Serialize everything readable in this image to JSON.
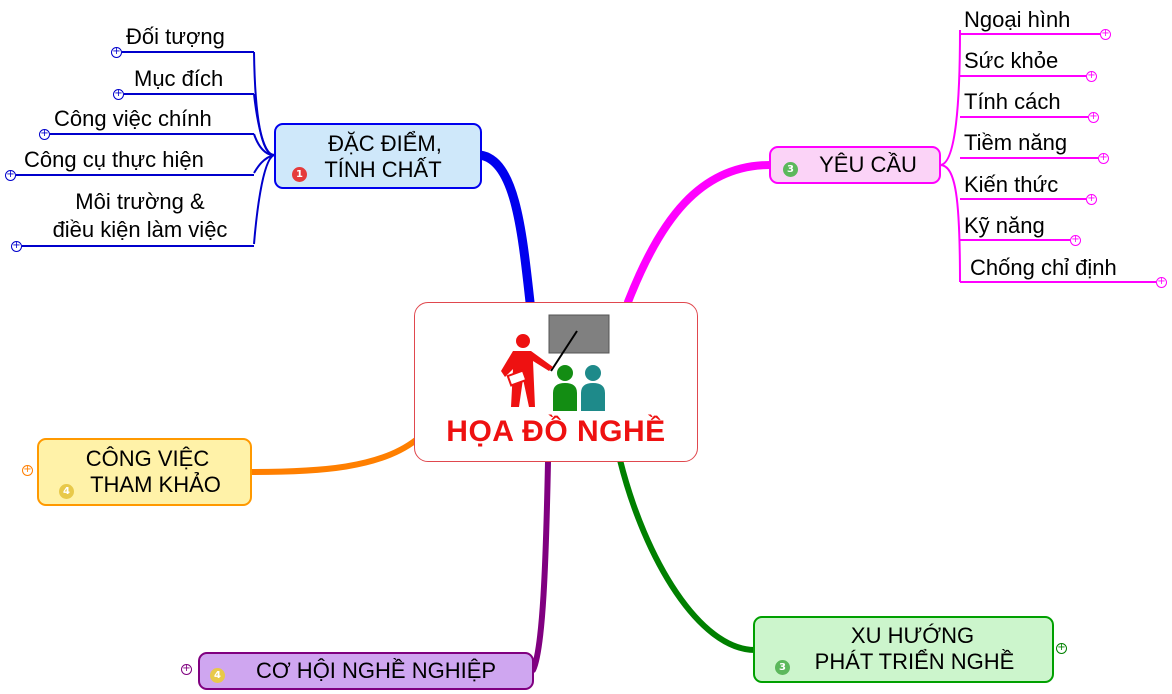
{
  "center": {
    "title": "HỌA ĐỒ NGHỀ",
    "illustration": "teacher-presenting-icon"
  },
  "branches": {
    "dac_diem": {
      "lines": [
        "ĐẶC ĐIỂM,",
        "TÍNH CHẤT"
      ],
      "badge": "1",
      "color": "#0000ee",
      "fill": "#cfe8fa",
      "children": [
        "Đối tượng",
        "Mục đích",
        "Công việc chính",
        "Công cụ thực hiện"
      ],
      "multiline_child": [
        "Môi trường &",
        "điều kiện làm việc"
      ]
    },
    "yeu_cau": {
      "label": "YÊU CẦU",
      "badge": "3",
      "color": "#ff00ff",
      "fill": "#fbd3f7",
      "children": [
        "Ngoại hình",
        "Sức khỏe",
        "Tính cách",
        "Tiềm năng",
        "Kiến thức",
        "Kỹ năng",
        "Chống chỉ định"
      ]
    },
    "cong_viec": {
      "lines": [
        "CÔNG VIỆC",
        "THAM KHẢO"
      ],
      "badge": "4",
      "color": "#ff7f00",
      "fill": "#fff2a8"
    },
    "co_hoi": {
      "label": "CƠ HỘI NGHỀ NGHIỆP",
      "badge": "4",
      "color": "#800080",
      "fill": "#cfa6f0"
    },
    "xu_huong": {
      "lines": [
        "XU HƯỚNG",
        "PHÁT TRIỂN NGHỀ"
      ],
      "badge": "3",
      "color": "#008000",
      "fill": "#ccf5cc"
    }
  },
  "icons": {
    "collapse": "plus-circle-icon"
  }
}
